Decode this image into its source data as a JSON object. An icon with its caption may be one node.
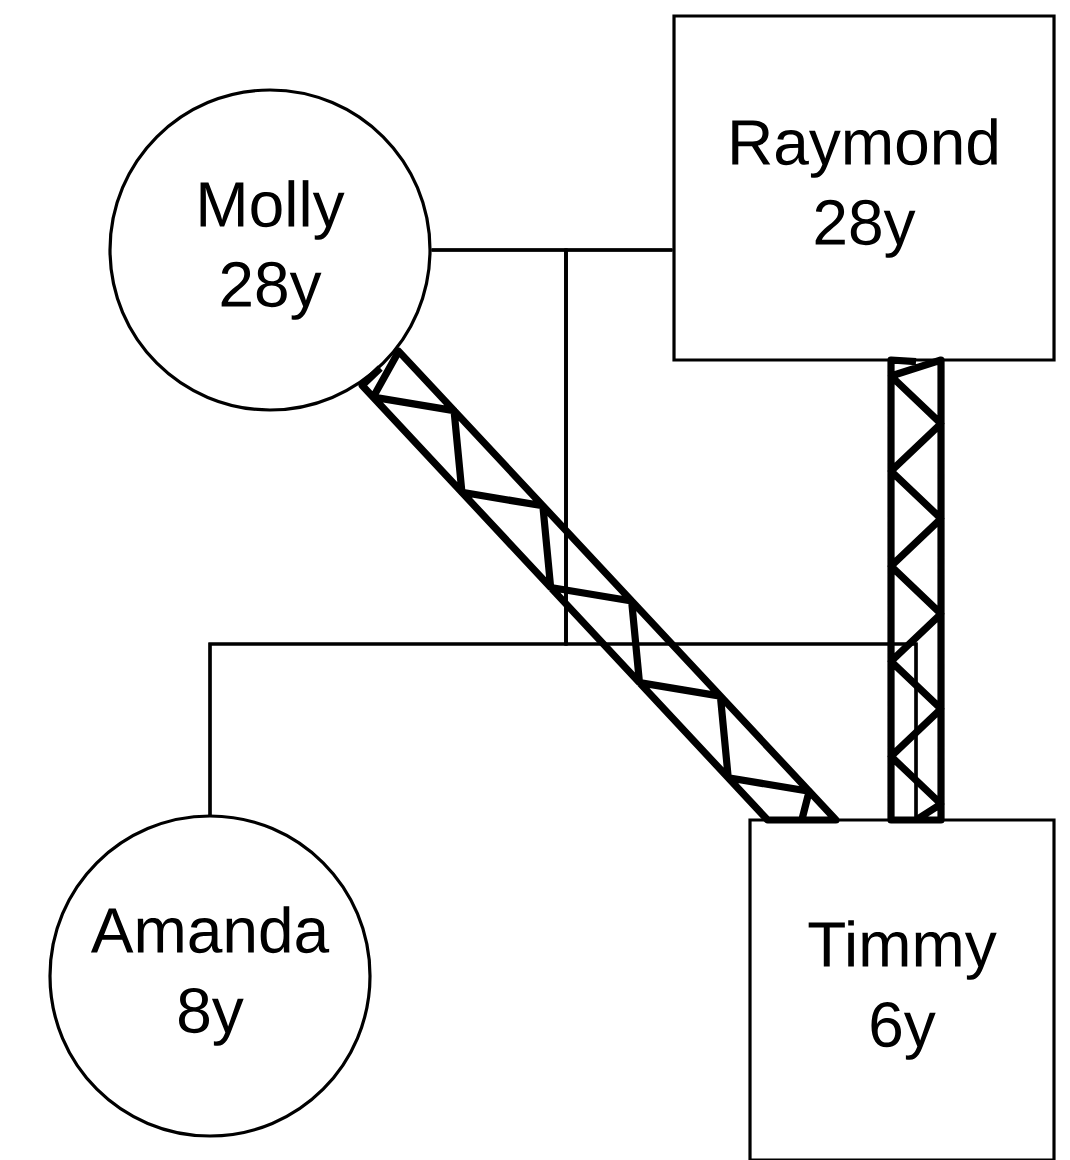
{
  "diagram": {
    "nodes": [
      {
        "text": [
          "Molly",
          "28y"
        ]
      },
      {
        "text": [
          "Raymond",
          "28y"
        ]
      },
      {
        "text": [
          "Amanda",
          "8y"
        ]
      },
      {
        "text": [
          "Timmy",
          "6y"
        ]
      }
    ],
    "edges": [
      {
        "from": 0,
        "to": 1,
        "arrow": "none"
      },
      {
        "from": 0,
        "to": 2,
        "arrow": "none"
      },
      {
        "from": 1,
        "to": 2,
        "arrow": "none"
      },
      {
        "from": 0,
        "to": 3,
        "arrow": "none"
      },
      {
        "from": 1,
        "to": 3,
        "arrow": "none"
      },
      {
        "from": 0,
        "to": 3,
        "arrow": "none",
        "style": "thick"
      },
      {
        "from": 1,
        "to": 3,
        "arrow": "none",
        "style": "thick"
      }
    ]
  }
}
